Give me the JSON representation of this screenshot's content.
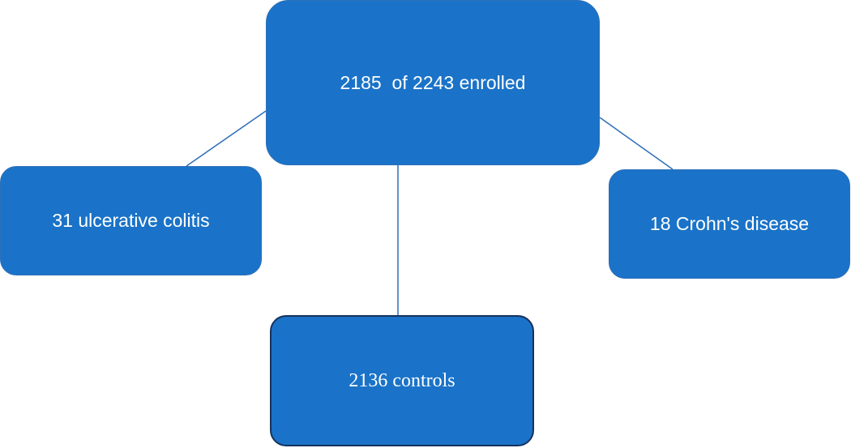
{
  "diagram": {
    "node_color": "#1a73c8",
    "bottom_border_color": "#16325c",
    "connector_color": "#2e6fb8",
    "nodes": {
      "root": "2185  of 2243 enrolled",
      "left": "31 ulcerative colitis",
      "right": "18 Crohn's disease",
      "bottom": "2136 controls"
    }
  }
}
